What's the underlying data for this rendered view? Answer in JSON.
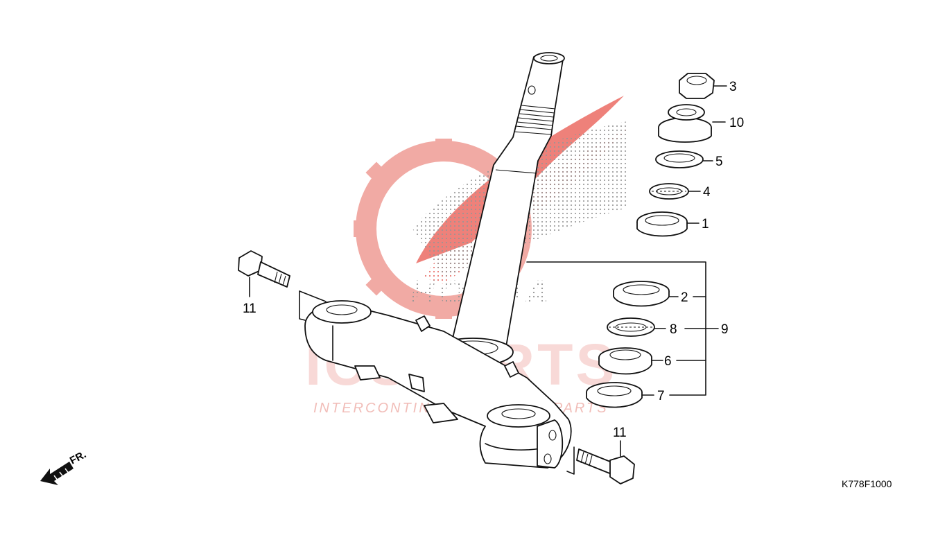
{
  "drawing_code": "K778F1000",
  "front_indicator": "FR.",
  "watermark": {
    "brand": "HONDA",
    "site_big": "ICSPARTS",
    "site_sub": "INTERCONTINENTAL SPARE PARTS",
    "colors": {
      "wing": "#e8483f",
      "dots": "#777777",
      "text": "#f3b3ae"
    }
  },
  "callouts": {
    "c1": "1",
    "c2": "2",
    "c3": "3",
    "c4": "4",
    "c5": "5",
    "c6": "6",
    "c7": "7",
    "c8": "8",
    "c9": "9",
    "c10": "10",
    "c11a": "11",
    "c11b": "11"
  }
}
